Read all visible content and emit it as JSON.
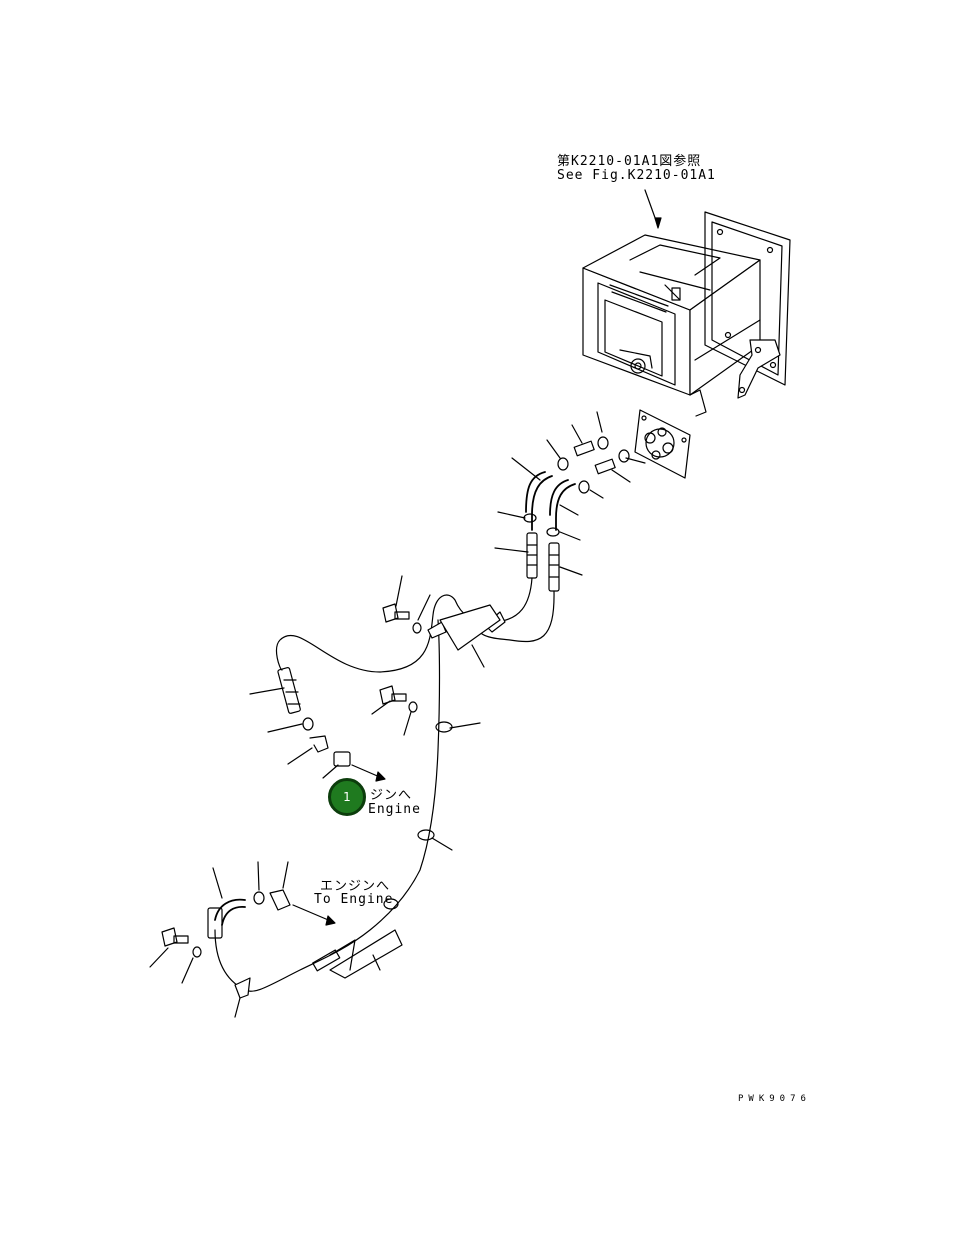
{
  "reference": {
    "ja": "第K2210-01A1図参照",
    "en": "See Fig.K2210-01A1"
  },
  "engine_label_1": {
    "ja": "ジンへ",
    "en": "Engine"
  },
  "engine_label_2": {
    "ja": "エンジンへ",
    "en": "To Engine"
  },
  "callout": {
    "number": "1",
    "color": "#1f7a1f"
  },
  "drawing_code": "PWK9076"
}
